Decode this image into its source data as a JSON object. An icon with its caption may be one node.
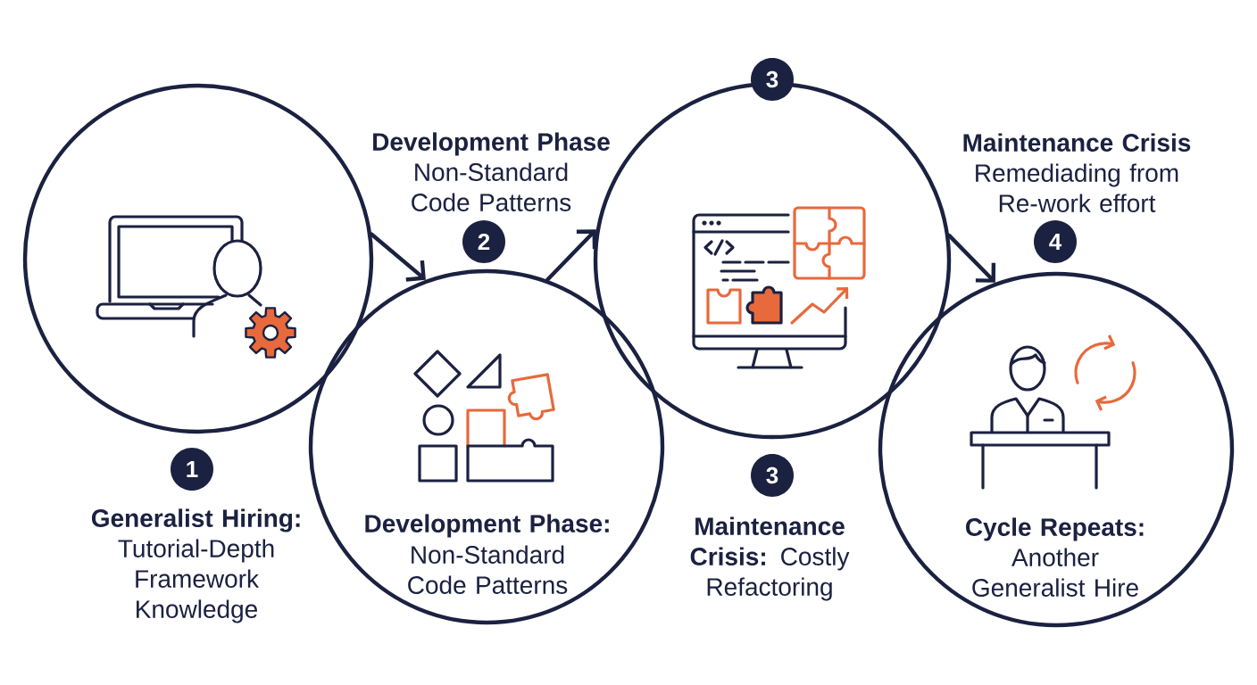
{
  "diagram": {
    "nodes": [
      {
        "text": [],
        "shape": "circle",
        "beside": [
          "Generalist Hiring:",
          "Tutorial-Depth Framework Knowledge"
        ]
      },
      {
        "text": [
          "Development Phase:",
          "Non-Standard Code Patterns"
        ],
        "beside": [
          "Development Phase",
          "Non-Standard Code Patterns"
        ]
      },
      {
        "text": [],
        "shape": "circle"
      },
      {
        "text": [
          "Cycle Repeats:",
          "Another Generalist Hire"
        ],
        "beside": [
          "Maintenance Crisis",
          "Remediading from Re-work effort"
        ]
      },
      {
        "text": [
          "1"
        ]
      },
      {
        "text": [
          "2"
        ]
      },
      {
        "text": [
          "3"
        ]
      },
      {
        "text": [
          "3"
        ],
        "beside": [
          "**Maintenance Crisis:** Costly Refactoring"
        ]
      },
      {
        "text": [
          "4"
        ]
      }
    ],
    "edges": [
      {
        "from": 0,
        "to": 1,
        "arrow": "to"
      },
      {
        "from": 1,
        "to": 2,
        "arrow": "to"
      },
      {
        "from": 2,
        "to": 3,
        "arrow": "to"
      }
    ]
  }
}
